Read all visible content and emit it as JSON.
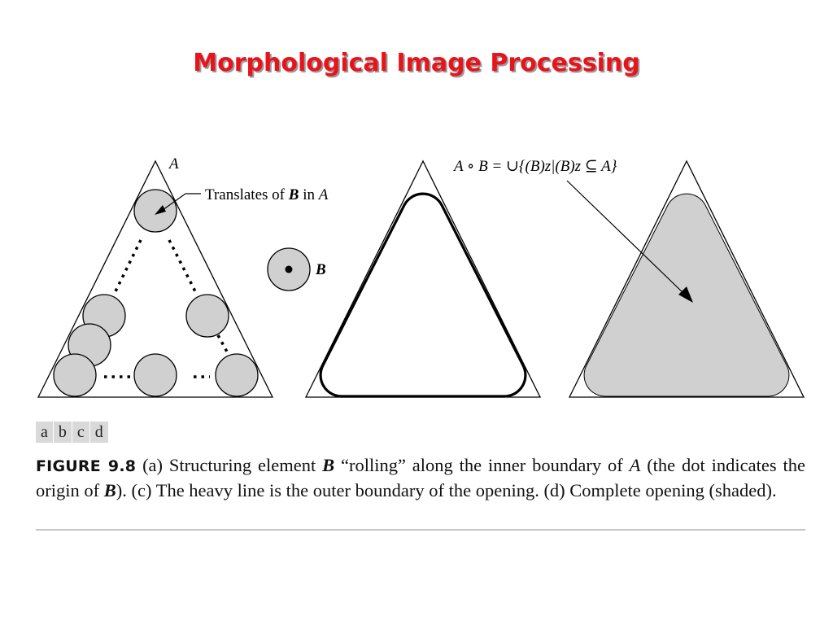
{
  "slide": {
    "title": "Morphological Image Processing"
  },
  "figure": {
    "annotations": {
      "label_A": "A",
      "translates_prefix": "Translates of ",
      "translates_B": "B",
      "translates_in": " in ",
      "translates_A": "A",
      "label_B": "B",
      "formula": "A ∘ B = ∪{(B)z|(B)z ⊆ A}"
    },
    "panel_labels": [
      "a",
      "b",
      "c",
      "d"
    ],
    "colors": {
      "shade": "#d0d0d0",
      "title": "#e8141b"
    }
  },
  "caption": {
    "label": "FIGURE 9.8",
    "part1": " (a) Structuring element ",
    "B1": "B",
    "part2": " “rolling” along the inner boundary of ",
    "A1": "A",
    "part3": " (the dot indicates the origin of ",
    "B2": "B",
    "part4": "). (c) The heavy line is the outer boundary of the opening. (d) Complete opening (shaded)."
  }
}
